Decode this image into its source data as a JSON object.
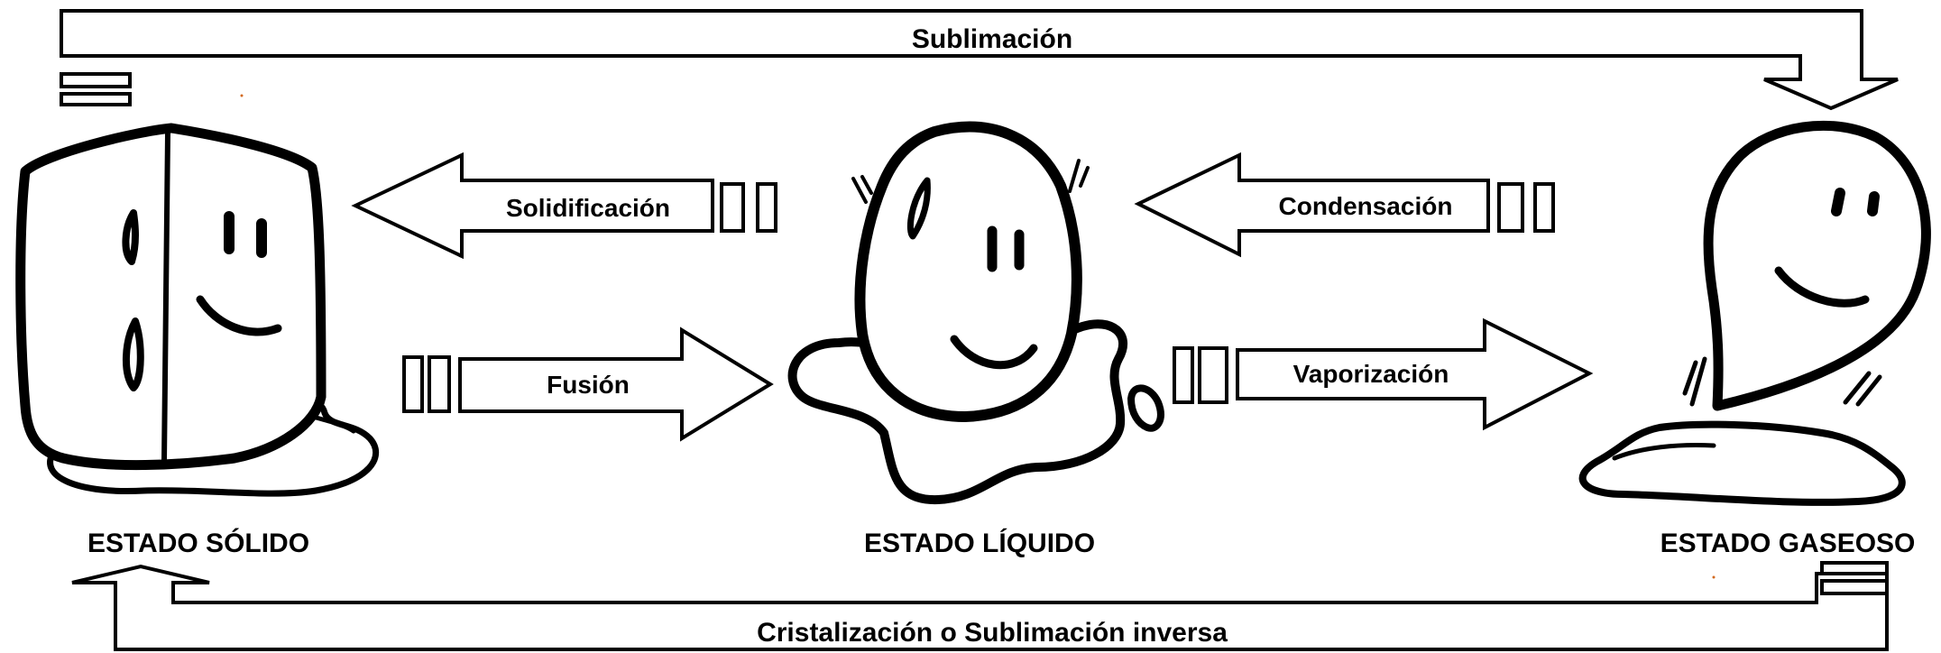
{
  "states": {
    "solid": "ESTADO SÓLIDO",
    "liquid": "ESTADO LÍQUIDO",
    "gas": "ESTADO GASEOSO"
  },
  "transitions": {
    "sublimation": "Sublimación",
    "solidification": "Solidificación",
    "fusion": "Fusión",
    "condensation": "Condensación",
    "vaporization": "Vaporización",
    "inverse_sublimation": "Cristalización o Sublimación inversa"
  },
  "icons": {
    "solid": "ice-cube-character-icon",
    "liquid": "water-drop-character-icon",
    "gas": "gas-ghost-character-icon"
  },
  "colors": {
    "ink": "#000000",
    "fill": "#ffffff"
  }
}
